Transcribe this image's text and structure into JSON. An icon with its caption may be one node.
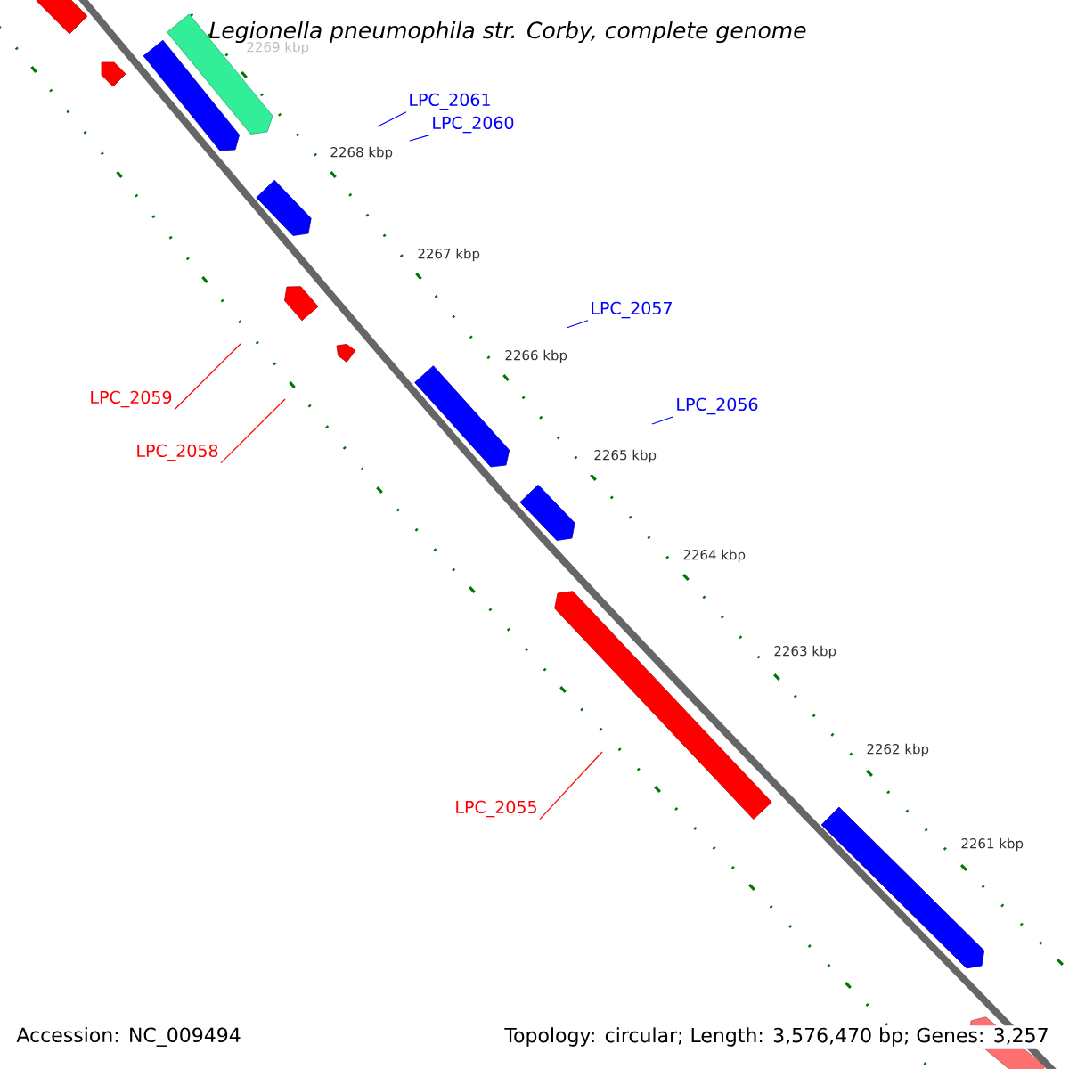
{
  "diagram": {
    "title": "Legionella pneumophila str. Corby, complete genome",
    "nodes": [
      {
        "text": [
          "LPC_2061"
        ]
      },
      {
        "text": [
          "LPC_2060"
        ]
      },
      {
        "text": [
          "LPC_2057"
        ]
      },
      {
        "text": [
          "LPC_2056"
        ]
      },
      {
        "text": [
          "LPC_2059"
        ]
      },
      {
        "text": [
          "LPC_2058"
        ]
      },
      {
        "text": [
          "LPC_2055"
        ]
      }
    ],
    "edges": [
      {
        "from": 0,
        "to": null,
        "arrow": "none"
      },
      {
        "from": 1,
        "to": null,
        "arrow": "none"
      },
      {
        "from": 2,
        "to": null,
        "arrow": "none"
      },
      {
        "from": 3,
        "to": null,
        "arrow": "none"
      },
      {
        "from": 4,
        "to": null,
        "arrow": "none",
        "color": "#ff0000"
      },
      {
        "from": 5,
        "to": null,
        "arrow": "none",
        "color": "#ff0000"
      },
      {
        "from": 6,
        "to": null,
        "arrow": "none",
        "color": "#ff0000"
      }
    ],
    "labels": [
      "2269 kbp",
      "2268 kbp",
      "2267 kbp",
      "2266 kbp",
      "2265 kbp",
      "2264 kbp",
      "2263 kbp",
      "2262 kbp",
      "2261 kbp",
      "Accession: NC_009494",
      "Topology: circular; Length: 3,576,470 bp; Genes: 3,257"
    ]
  }
}
